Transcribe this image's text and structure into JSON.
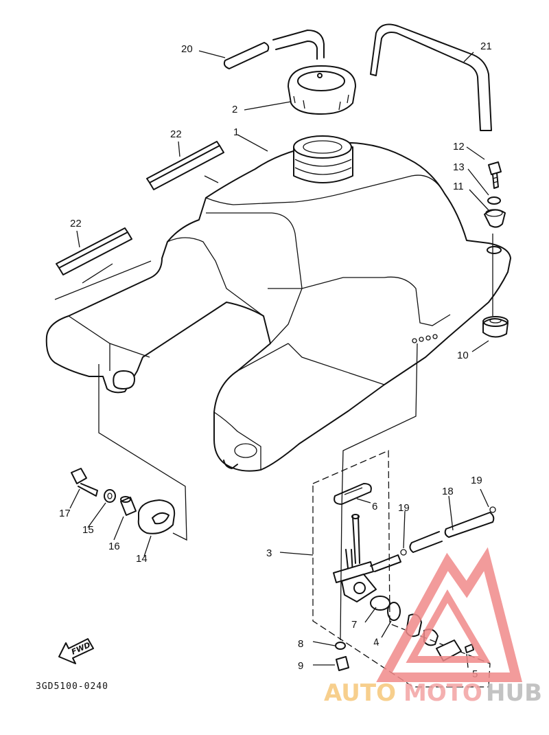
{
  "diagram": {
    "part_code": "3GD5100-0240",
    "fwd_label": "FWD",
    "callouts": {
      "c1": "1",
      "c2": "2",
      "c3": "3",
      "c4": "4",
      "c5": "5",
      "c6": "6",
      "c7": "7",
      "c8": "8",
      "c9": "9",
      "c10": "10",
      "c11": "11",
      "c12": "12",
      "c13": "13",
      "c14": "14",
      "c15": "15",
      "c16": "16",
      "c17": "17",
      "c18": "18",
      "c19a": "19",
      "c19b": "19",
      "c20": "20",
      "c21": "21",
      "c22a": "22",
      "c22b": "22"
    }
  },
  "watermark": {
    "auto": "AUTO",
    "moto": "MOTO",
    "hub": "HUB",
    "colors": {
      "auto": "#f6c77a",
      "moto": "#f3a3a3",
      "hub": "#b9b9b9",
      "triangle": "#f08a8a"
    }
  }
}
